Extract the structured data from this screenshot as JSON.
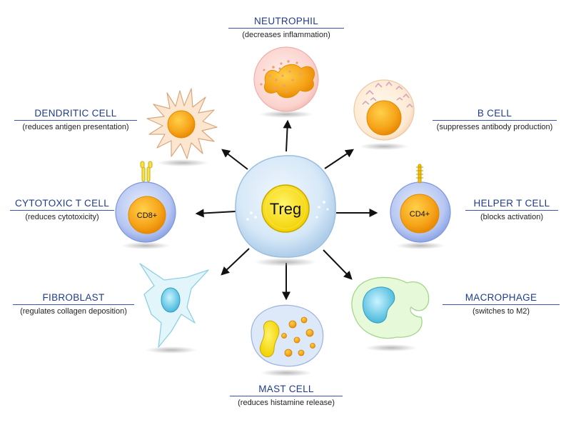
{
  "center": {
    "label": "Treg"
  },
  "cells": [
    {
      "id": "neutrophil",
      "name": "NEUTROPHIL",
      "effect": "(decreases inflammation)"
    },
    {
      "id": "dendritic",
      "name": "DENDRITIC CELL",
      "effect": "(reduces antigen presentation)"
    },
    {
      "id": "bcell",
      "name": "B CELL",
      "effect": "(suppresses antibody production)"
    },
    {
      "id": "cytotoxic",
      "name": "CYTOTOXIC T CELL",
      "effect": "(reduces cytotoxicity)",
      "marker": "CD8+"
    },
    {
      "id": "helper",
      "name": "HELPER T CELL",
      "effect": "(blocks activation)",
      "marker": "CD4+"
    },
    {
      "id": "fibroblast",
      "name": "FIBROBLAST",
      "effect": "(regulates collagen deposition)"
    },
    {
      "id": "macrophage",
      "name": "MACROPHAGE",
      "effect": "(switches to M2)"
    },
    {
      "id": "mast",
      "name": "MAST CELL",
      "effect": "(reduces histamine release)"
    }
  ],
  "colors": {
    "label_blue": "#1f3b8f",
    "nucleus_orange": "#f5a623",
    "center_yellow": "#ffe500",
    "arrow": "#111111"
  }
}
